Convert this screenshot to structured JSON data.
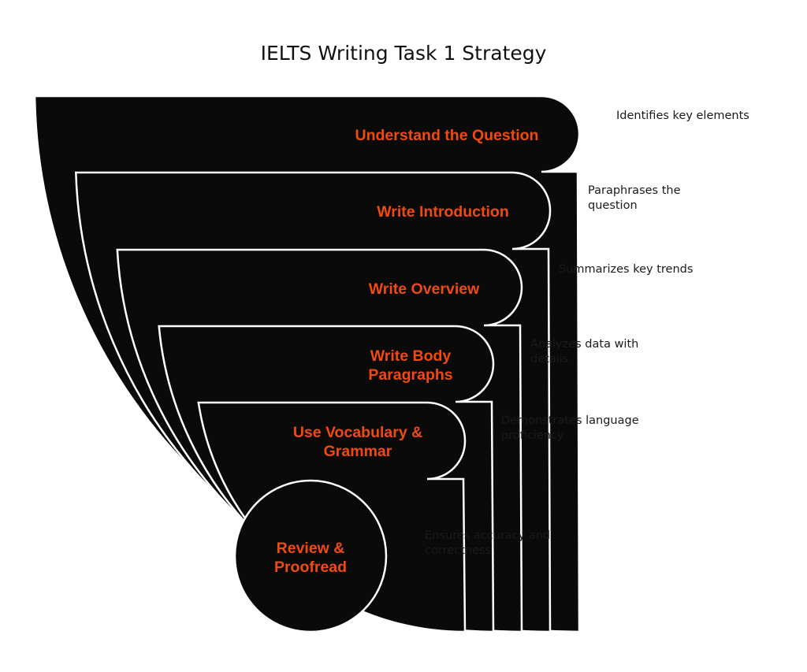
{
  "title": "IELTS Writing Task 1 Strategy",
  "colors": {
    "shape_fill": "#0a0a0a",
    "label": "#f04a12",
    "text": "#1a1a1a"
  },
  "steps": [
    {
      "label_lines": [
        "Understand the Question"
      ],
      "description_lines": [
        "Identifies key elements"
      ]
    },
    {
      "label_lines": [
        "Write Introduction"
      ],
      "description_lines": [
        "Paraphrases the",
        "question"
      ]
    },
    {
      "label_lines": [
        "Write Overview"
      ],
      "description_lines": [
        "Summarizes key trends"
      ]
    },
    {
      "label_lines": [
        "Write Body",
        "Paragraphs"
      ],
      "description_lines": [
        "Analyzes data with",
        "details"
      ]
    },
    {
      "label_lines": [
        "Use Vocabulary &",
        "Grammar"
      ],
      "description_lines": [
        "Demonstrates language",
        "proficiency"
      ]
    },
    {
      "label_lines": [
        "Review &",
        "Proofread"
      ],
      "description_lines": [
        "Ensures accuracy and",
        "correctness"
      ]
    }
  ]
}
